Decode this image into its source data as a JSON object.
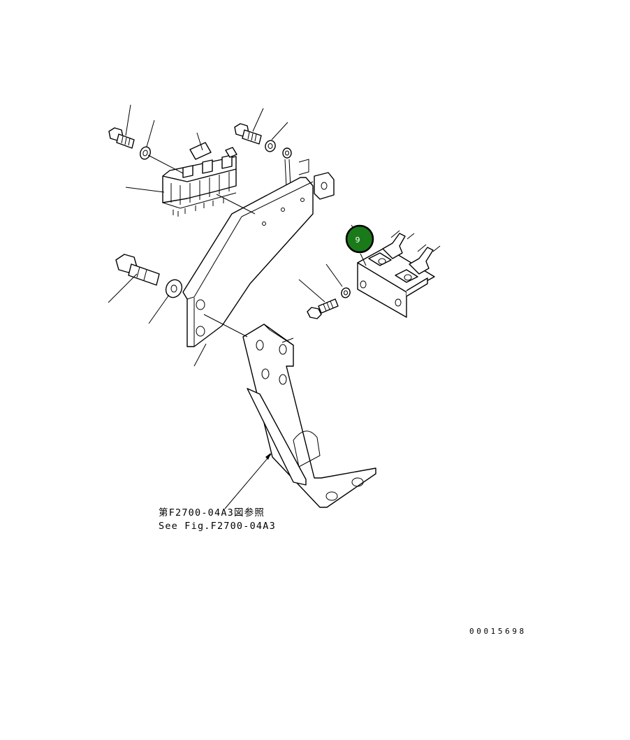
{
  "callout": {
    "label": "9",
    "color": "#1a7a1a"
  },
  "reference_note": {
    "line_jp": "第F2700-04A3図参照",
    "line_en": "See Fig.F2700-04A3"
  },
  "drawing_code": "00015698"
}
